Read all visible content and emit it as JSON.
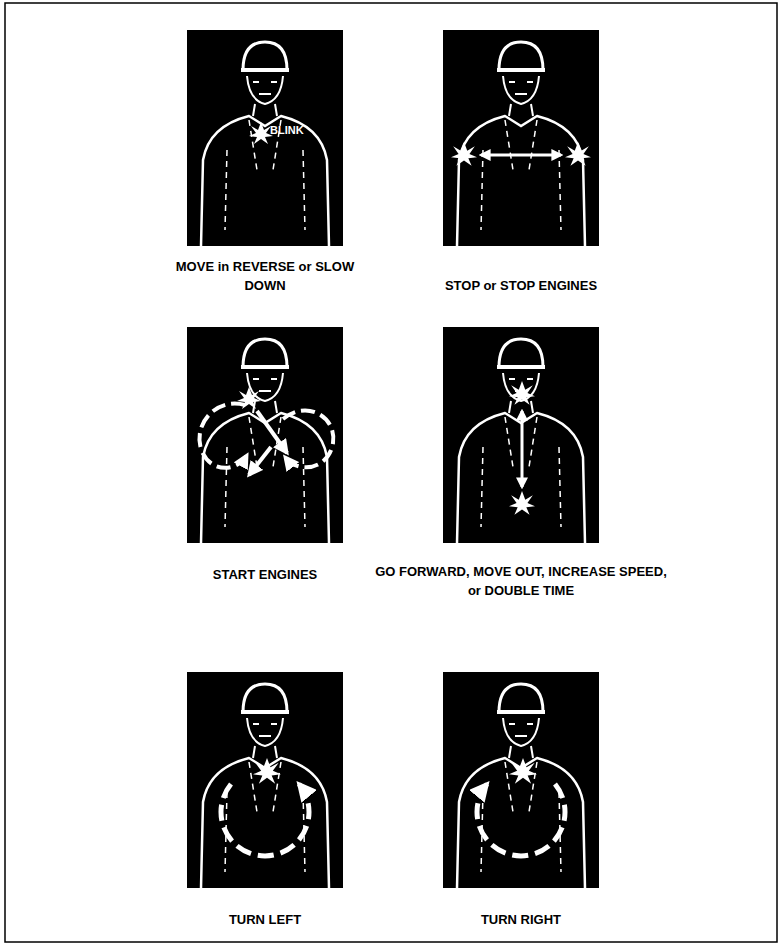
{
  "diagram": {
    "labels": [
      "BLINK",
      "MOVE in REVERSE or SLOW DOWN",
      "STOP or STOP ENGINES",
      "START ENGINES",
      "GO FORWARD, MOVE OUT, INCREASE SPEED, or DOUBLE TIME",
      "TURN LEFT",
      "TURN RIGHT"
    ]
  }
}
